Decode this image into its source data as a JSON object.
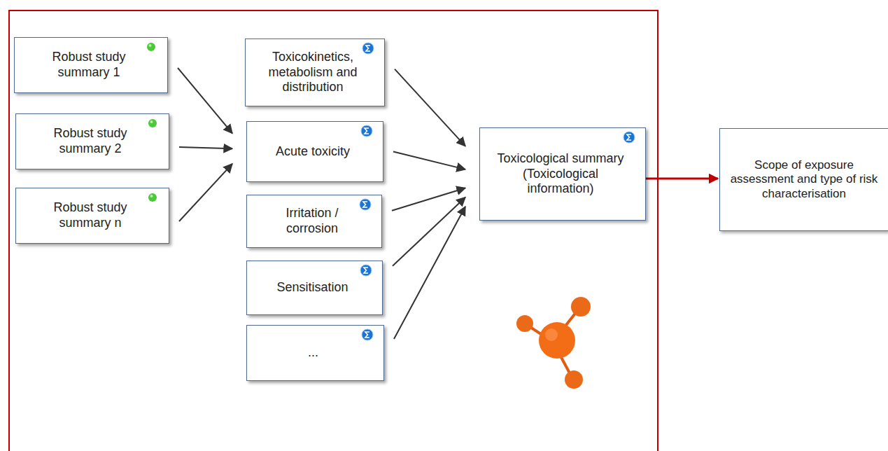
{
  "diagram": {
    "nodes": [
      {
        "text": [
          "Robust study summary 1"
        ]
      },
      {
        "text": [
          "Robust study summary 2"
        ]
      },
      {
        "text": [
          "Robust study summary n"
        ]
      },
      {
        "text": [
          "Toxicokinetics, metabolism and distribution"
        ]
      },
      {
        "text": [
          "Acute toxicity"
        ]
      },
      {
        "text": [
          "Irritation / corrosion"
        ]
      },
      {
        "text": [
          "Sensitisation"
        ]
      },
      {
        "text": [
          "..."
        ]
      },
      {
        "text": [
          "Toxicological summary (Toxicological information)"
        ]
      },
      {
        "text": [
          "Scope of exposure assessment and type of risk characterisation"
        ]
      }
    ],
    "edges": [
      {
        "from": 0,
        "to": 4,
        "arrow": "to"
      },
      {
        "from": 1,
        "to": 4,
        "arrow": "to"
      },
      {
        "from": 2,
        "to": 4,
        "arrow": "to"
      },
      {
        "from": 3,
        "to": 8,
        "arrow": "to"
      },
      {
        "from": 4,
        "to": 8,
        "arrow": "to"
      },
      {
        "from": 5,
        "to": 8,
        "arrow": "to"
      },
      {
        "from": 6,
        "to": 8,
        "arrow": "to"
      },
      {
        "from": 7,
        "to": 8,
        "arrow": "to"
      },
      {
        "from": 8,
        "to": 9,
        "arrow": "to"
      }
    ]
  }
}
